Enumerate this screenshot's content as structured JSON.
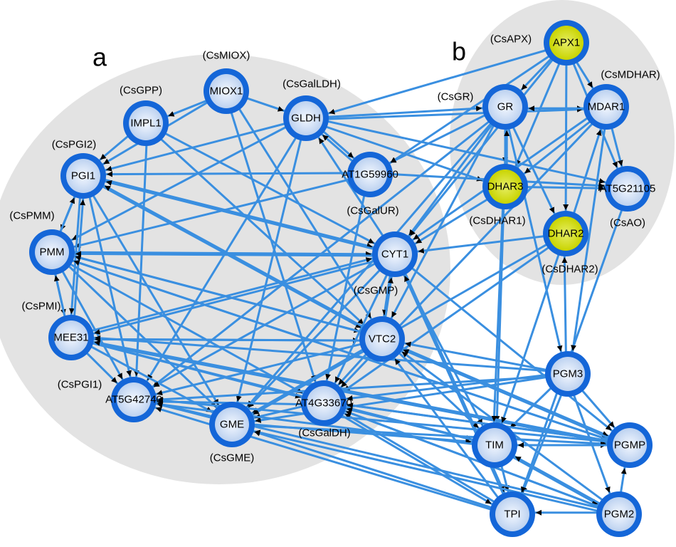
{
  "panels": [
    {
      "id": "a",
      "label": "a"
    },
    {
      "id": "b",
      "label": "b"
    }
  ],
  "colors": {
    "edge": "#3A8FE0",
    "arrow": "#000000",
    "node_ring": "#1466D8",
    "node_fill": "#BDD2F0",
    "node_core": "#F4F8FF",
    "highlight_fill": "#C9D400",
    "highlight_core": "#E6EE66",
    "cluster_bg": "#E3E3E3"
  },
  "nodes": [
    {
      "id": "MIOX1",
      "label": "MIOX1",
      "alias": "(CsMIOX)"
    },
    {
      "id": "IMPL1",
      "label": "IMPL1",
      "alias": "(CsGPP)"
    },
    {
      "id": "GLDH",
      "label": "GLDH",
      "alias": "(CsGalLDH)"
    },
    {
      "id": "PGI1",
      "label": "PGI1",
      "alias": "(CsPGI2)"
    },
    {
      "id": "AT1G59960",
      "label": "AT1G59960",
      "alias": "(CsGalUR)"
    },
    {
      "id": "PMM",
      "label": "PMM",
      "alias": "(CsPMM)"
    },
    {
      "id": "CYT1",
      "label": "CYT1",
      "alias": ""
    },
    {
      "id": "MEE31",
      "label": "MEE31",
      "alias": "(CsPMI)"
    },
    {
      "id": "VTC2",
      "label": "VTC2",
      "alias": "(CsGMP)"
    },
    {
      "id": "AT5G42740",
      "label": "AT5G42740",
      "alias": "(CsPGI1)"
    },
    {
      "id": "GME",
      "label": "GME",
      "alias": "(CsGME)"
    },
    {
      "id": "AT4G33670",
      "label": "AT4G33670",
      "alias": "(CsGalDH)"
    },
    {
      "id": "APX1",
      "label": "APX1",
      "alias": "(CsAPX)",
      "highlight": true
    },
    {
      "id": "GR",
      "label": "GR",
      "alias": "(CsGR)"
    },
    {
      "id": "MDAR1",
      "label": "MDAR1",
      "alias": "(CsMDHAR)"
    },
    {
      "id": "DHAR3",
      "label": "DHAR3",
      "alias": "(CsDHAR1)",
      "highlight": true
    },
    {
      "id": "AT5G21105",
      "label": "AT5G21105",
      "alias": "(CsAO)"
    },
    {
      "id": "DHAR2",
      "label": "DHAR2",
      "alias": "(CsDHAR2)",
      "highlight": true
    },
    {
      "id": "PGM3",
      "label": "PGM3",
      "alias": ""
    },
    {
      "id": "TIM",
      "label": "TIM",
      "alias": ""
    },
    {
      "id": "PGMP",
      "label": "PGMP",
      "alias": ""
    },
    {
      "id": "TPI",
      "label": "TPI",
      "alias": ""
    },
    {
      "id": "PGM2",
      "label": "PGM2",
      "alias": ""
    }
  ],
  "edges": [
    [
      "MIOX1",
      "IMPL1"
    ],
    [
      "MIOX1",
      "GLDH"
    ],
    [
      "MIOX1",
      "AT4G33670"
    ],
    [
      "MIOX1",
      "VTC2"
    ],
    [
      "MIOX1",
      "PGI1"
    ],
    [
      "IMPL1",
      "PGI1"
    ],
    [
      "IMPL1",
      "AT5G42740"
    ],
    [
      "IMPL1",
      "CYT1"
    ],
    [
      "IMPL1",
      "VTC2"
    ],
    [
      "GLDH",
      "AT1G59960"
    ],
    [
      "GLDH",
      "GR"
    ],
    [
      "GLDH",
      "MDAR1"
    ],
    [
      "GLDH",
      "AT5G21105"
    ],
    [
      "GLDH",
      "PGI1"
    ],
    [
      "GLDH",
      "PMM"
    ],
    [
      "GLDH",
      "AT5G42740"
    ],
    [
      "GLDH",
      "GME"
    ],
    [
      "GLDH",
      "DHAR3"
    ],
    [
      "APX1",
      "GLDH"
    ],
    [
      "APX1",
      "GR"
    ],
    [
      "APX1",
      "MDAR1"
    ],
    [
      "APX1",
      "DHAR3"
    ],
    [
      "APX1",
      "DHAR2"
    ],
    [
      "APX1",
      "AT5G21105"
    ],
    [
      "APX1",
      "AT1G59960"
    ],
    [
      "APX1",
      "CYT1"
    ],
    [
      "GR",
      "MDAR1"
    ],
    [
      "MDAR1",
      "GR"
    ],
    [
      "GR",
      "DHAR3"
    ],
    [
      "GR",
      "DHAR2"
    ],
    [
      "GR",
      "AT5G42740"
    ],
    [
      "GR",
      "GME"
    ],
    [
      "GR",
      "VTC2"
    ],
    [
      "GR",
      "TIM"
    ],
    [
      "GR",
      "CYT1"
    ],
    [
      "GR",
      "AT1G59960"
    ],
    [
      "MDAR1",
      "DHAR3"
    ],
    [
      "MDAR1",
      "AT5G21105"
    ],
    [
      "MDAR1",
      "CYT1"
    ],
    [
      "MDAR1",
      "AT4G33670"
    ],
    [
      "DHAR3",
      "AT5G21105"
    ],
    [
      "DHAR3",
      "GR"
    ],
    [
      "DHAR3",
      "CYT1"
    ],
    [
      "DHAR2",
      "CYT1"
    ],
    [
      "DHAR2",
      "MDAR1"
    ],
    [
      "DHAR2",
      "AT4G33670"
    ],
    [
      "DHAR2",
      "GME"
    ],
    [
      "AT1G59960",
      "PGI1"
    ],
    [
      "AT1G59960",
      "GLDH"
    ],
    [
      "AT1G59960",
      "PMM"
    ],
    [
      "AT1G59960",
      "AT4G33670"
    ],
    [
      "AT1G59960",
      "AT5G21105"
    ],
    [
      "PGI1",
      "PMM"
    ],
    [
      "PGI1",
      "MEE31"
    ],
    [
      "PGI1",
      "AT5G42740"
    ],
    [
      "PGI1",
      "VTC2"
    ],
    [
      "PGI1",
      "GME"
    ],
    [
      "PGI1",
      "CYT1"
    ],
    [
      "PMM",
      "PGI1"
    ],
    [
      "PMM",
      "MEE31"
    ],
    [
      "PMM",
      "VTC2"
    ],
    [
      "PMM",
      "CYT1"
    ],
    [
      "PMM",
      "AT4G33670"
    ],
    [
      "PMM",
      "GME"
    ],
    [
      "PMM",
      "AT5G42740"
    ],
    [
      "PMM",
      "PGMP"
    ],
    [
      "MEE31",
      "PMM"
    ],
    [
      "MEE31",
      "AT5G42740"
    ],
    [
      "MEE31",
      "VTC2"
    ],
    [
      "MEE31",
      "GME"
    ],
    [
      "MEE31",
      "AT4G33670"
    ],
    [
      "MEE31",
      "PGI1"
    ],
    [
      "MEE31",
      "CYT1"
    ],
    [
      "MEE31",
      "TIM"
    ],
    [
      "MEE31",
      "PGMP"
    ],
    [
      "CYT1",
      "PMM"
    ],
    [
      "CYT1",
      "PGI1"
    ],
    [
      "CYT1",
      "VTC2"
    ],
    [
      "CYT1",
      "MEE31"
    ],
    [
      "CYT1",
      "GME"
    ],
    [
      "CYT1",
      "AT5G42740"
    ],
    [
      "CYT1",
      "AT4G33670"
    ],
    [
      "CYT1",
      "GLDH"
    ],
    [
      "CYT1",
      "TIM"
    ],
    [
      "CYT1",
      "TPI"
    ],
    [
      "CYT1",
      "PGMP"
    ],
    [
      "VTC2",
      "AT4G33670"
    ],
    [
      "VTC2",
      "GME"
    ],
    [
      "VTC2",
      "AT5G42740"
    ],
    [
      "VTC2",
      "PMM"
    ],
    [
      "VTC2",
      "MEE31"
    ],
    [
      "VTC2",
      "CYT1"
    ],
    [
      "VTC2",
      "PGI1"
    ],
    [
      "VTC2",
      "TIM"
    ],
    [
      "VTC2",
      "PGMP"
    ],
    [
      "AT4G33670",
      "GME"
    ],
    [
      "AT4G33670",
      "AT5G42740"
    ],
    [
      "AT4G33670",
      "TIM"
    ],
    [
      "AT4G33670",
      "TPI"
    ],
    [
      "AT4G33670",
      "PGMP"
    ],
    [
      "AT4G33670",
      "PGM2"
    ],
    [
      "GME",
      "AT5G42740"
    ],
    [
      "GME",
      "TIM"
    ],
    [
      "GME",
      "PGMP"
    ],
    [
      "PGM3",
      "TIM"
    ],
    [
      "PGM3",
      "TPI"
    ],
    [
      "PGM3",
      "PGMP"
    ],
    [
      "PGM3",
      "PGM2"
    ],
    [
      "PGM3",
      "AT5G42740"
    ],
    [
      "PGM3",
      "GME"
    ],
    [
      "PGM3",
      "AT4G33670"
    ],
    [
      "PGM3",
      "DHAR2"
    ],
    [
      "PGM3",
      "VTC2"
    ],
    [
      "PGM3",
      "MEE31"
    ],
    [
      "TIM",
      "TPI"
    ],
    [
      "TIM",
      "PGMP"
    ],
    [
      "TIM",
      "PGM2"
    ],
    [
      "TIM",
      "AT5G42740"
    ],
    [
      "TIM",
      "AT4G33670"
    ],
    [
      "PGM2",
      "TPI"
    ],
    [
      "PGM2",
      "PGMP"
    ],
    [
      "PGM2",
      "TIM"
    ],
    [
      "PGM2",
      "AT5G42740"
    ],
    [
      "PGM2",
      "GME"
    ],
    [
      "PGM2",
      "AT4G33670"
    ],
    [
      "PGM2",
      "VTC2"
    ],
    [
      "TPI",
      "AT5G42740"
    ],
    [
      "TPI",
      "GME"
    ],
    [
      "TPI",
      "AT4G33670"
    ],
    [
      "TPI",
      "VTC2"
    ],
    [
      "TPI",
      "CYT1"
    ],
    [
      "PGMP",
      "AT5G42740"
    ],
    [
      "PGMP",
      "PMM"
    ],
    [
      "PGMP",
      "MEE31"
    ],
    [
      "PGMP",
      "AT4G33670"
    ],
    [
      "PGMP",
      "VTC2"
    ],
    [
      "PGMP",
      "TIM"
    ],
    [
      "GR",
      "PGM3"
    ],
    [
      "AT5G21105",
      "TPI"
    ],
    [
      "DHAR2",
      "TIM"
    ],
    [
      "DHAR3",
      "TIM"
    ],
    [
      "MDAR1",
      "PGM3"
    ]
  ]
}
